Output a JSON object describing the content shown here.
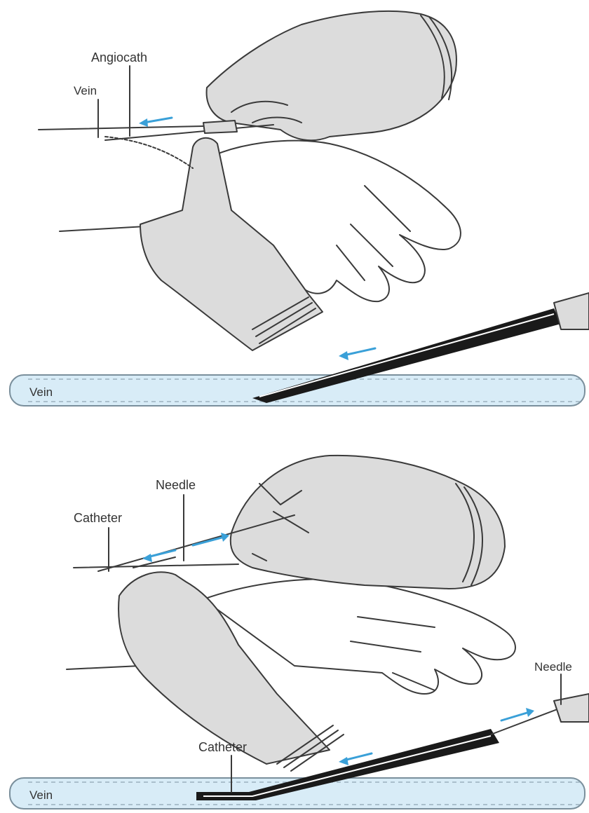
{
  "labels": {
    "top": {
      "angiocath": "Angiocath",
      "vein": "Vein",
      "vein_tube": "Vein"
    },
    "bottom": {
      "needle": "Needle",
      "catheter": "Catheter",
      "needle_right": "Needle",
      "catheter_lower": "Catheter",
      "vein_tube": "Vein"
    }
  },
  "colors": {
    "vein_fill": "#d8ecf7",
    "glove": "#dcdcdc",
    "arrow": "#3aa0d8"
  }
}
